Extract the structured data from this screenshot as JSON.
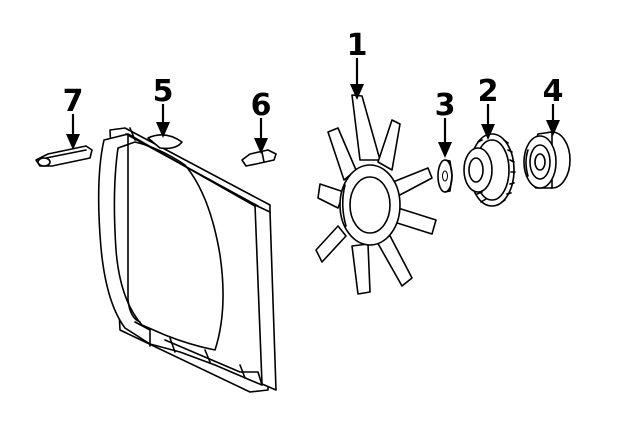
{
  "diagram": {
    "callouts": [
      {
        "id": "1",
        "label": "1",
        "part": "fan-blade"
      },
      {
        "id": "2",
        "label": "2",
        "part": "fan-clutch"
      },
      {
        "id": "3",
        "label": "3",
        "part": "spacer-washer"
      },
      {
        "id": "4",
        "label": "4",
        "part": "pulley"
      },
      {
        "id": "5",
        "label": "5",
        "part": "fan-shroud"
      },
      {
        "id": "6",
        "label": "6",
        "part": "shroud-clip"
      },
      {
        "id": "7",
        "label": "7",
        "part": "shroud-clip-left"
      }
    ],
    "colors": {
      "line": "#000000",
      "background": "#ffffff"
    }
  }
}
